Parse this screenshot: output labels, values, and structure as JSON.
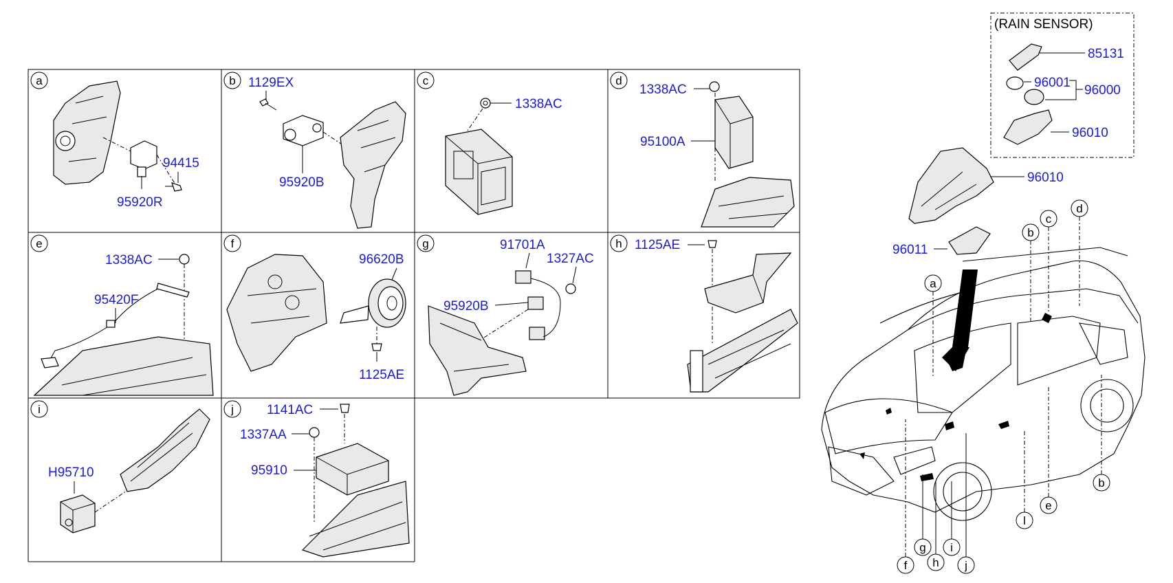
{
  "panels": [
    {
      "letter": "a",
      "parts": [
        "94415",
        "95920R"
      ]
    },
    {
      "letter": "b",
      "parts": [
        "1129EX",
        "95920B"
      ]
    },
    {
      "letter": "c",
      "parts": [
        "1338AC"
      ]
    },
    {
      "letter": "d",
      "parts": [
        "1338AC",
        "95100A"
      ]
    },
    {
      "letter": "e",
      "parts": [
        "1338AC",
        "95420F"
      ]
    },
    {
      "letter": "f",
      "parts": [
        "96620B",
        "1125AE"
      ]
    },
    {
      "letter": "g",
      "parts": [
        "91701A",
        "1327AC",
        "95920B"
      ]
    },
    {
      "letter": "h",
      "parts": [
        "1125AE"
      ]
    },
    {
      "letter": "i",
      "parts": [
        "H95710"
      ]
    },
    {
      "letter": "j",
      "parts": [
        "1141AC",
        "1337AA",
        "95910"
      ]
    }
  ],
  "rain_sensor": {
    "title": "(RAIN SENSOR)",
    "parts": [
      "85131",
      "96001",
      "96000",
      "96010"
    ]
  },
  "overview": {
    "parts": [
      "96010",
      "96011"
    ],
    "callouts": [
      "a",
      "b",
      "c",
      "d",
      "b",
      "e",
      "l",
      "f",
      "g",
      "h",
      "i",
      "j"
    ]
  }
}
